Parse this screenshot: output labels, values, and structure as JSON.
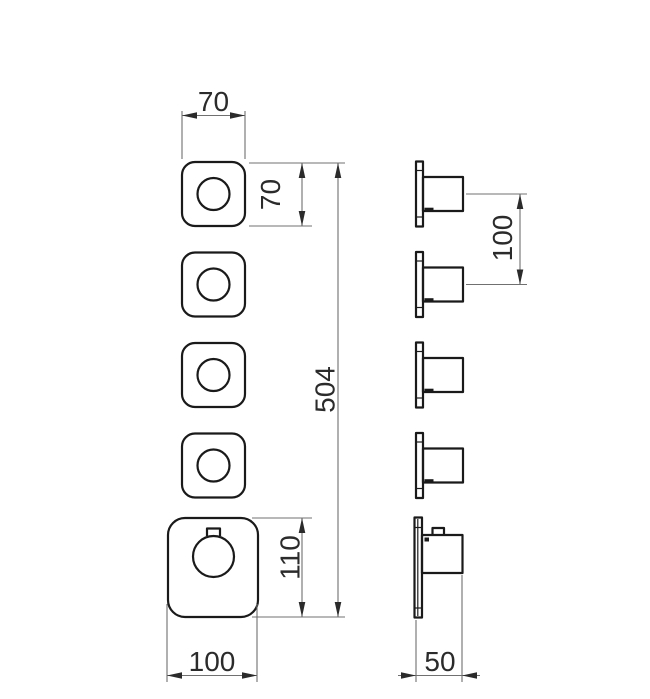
{
  "colors": {
    "background": "#ffffff",
    "object_line": "#1a1a1a",
    "dimension_line": "#707070",
    "text": "#2b2b2b"
  },
  "dimensions": {
    "front": {
      "knob_width": "70",
      "knob_height": "70",
      "total_height": "504",
      "main_knob_height": "110",
      "main_knob_width": "100"
    },
    "side": {
      "knob_spacing": "100",
      "depth": "50"
    }
  }
}
